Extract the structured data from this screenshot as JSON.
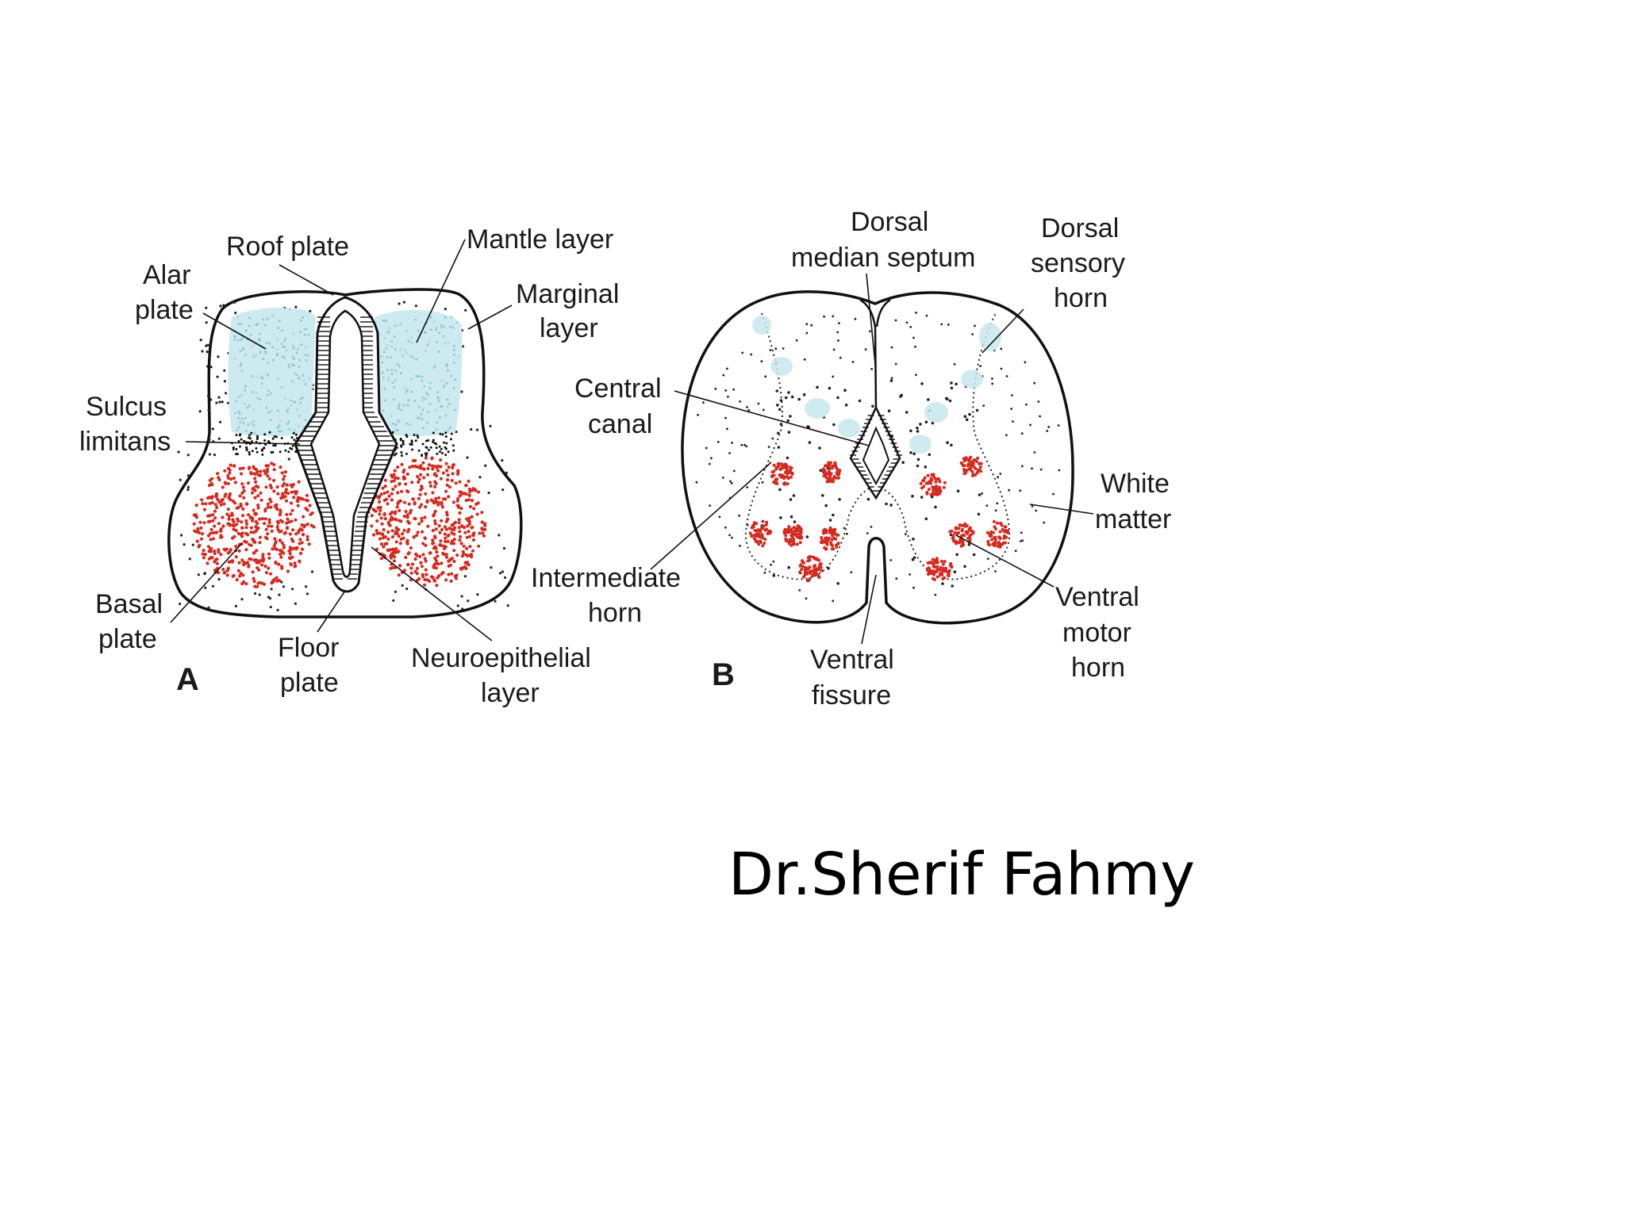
{
  "panel_a": {
    "letter": "A",
    "labels": {
      "roof_plate": "Roof plate",
      "mantle_layer": "Mantle layer",
      "alar_plate": [
        "Alar",
        "plate"
      ],
      "marginal_layer": [
        "Marginal",
        "layer"
      ],
      "sulcus_limitans": [
        "Sulcus",
        "limitans"
      ],
      "basal_plate": [
        "Basal",
        "plate"
      ],
      "floor_plate": [
        "Floor",
        "plate"
      ],
      "neuroepithelial_layer": [
        "Neuroepithelial",
        "layer"
      ]
    }
  },
  "panel_b": {
    "letter": "B",
    "labels": {
      "dorsal_median_septum": [
        "Dorsal",
        "median septum"
      ],
      "dorsal_sensory_horn": [
        "Dorsal",
        "sensory",
        "horn"
      ],
      "central_canal": [
        "Central",
        "canal"
      ],
      "white_matter": [
        "White",
        "matter"
      ],
      "intermediate_horn": [
        "Intermediate",
        "horn"
      ],
      "ventral_motor_horn": [
        "Ventral",
        "motor",
        "horn"
      ],
      "ventral_fissure": [
        "Ventral",
        "fissure"
      ]
    }
  },
  "author": "Dr.Sherif Fahmy",
  "colors": {
    "alar": "#bfe4ea",
    "basal": "#d42a20",
    "line": "#111111",
    "background": "#ffffff"
  }
}
